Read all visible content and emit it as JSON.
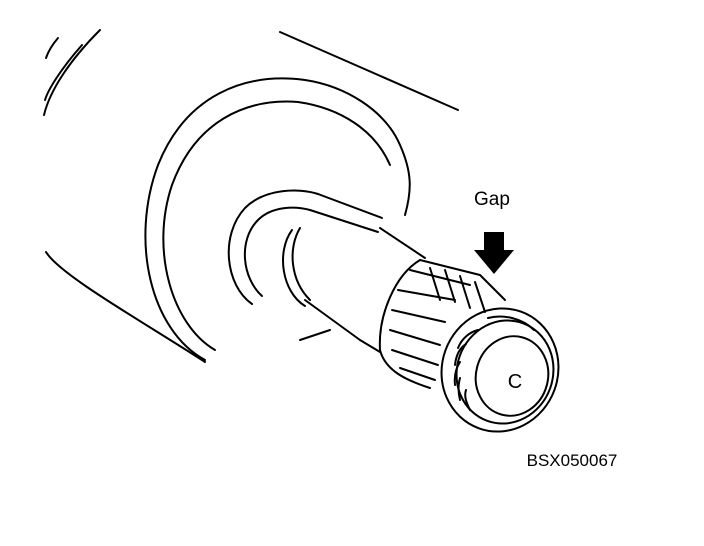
{
  "diagram": {
    "callout_label": "Gap",
    "figure_code": "BSX050067",
    "end_mark": "C"
  },
  "colors": {
    "ink": "#000000",
    "paper": "#ffffff"
  }
}
